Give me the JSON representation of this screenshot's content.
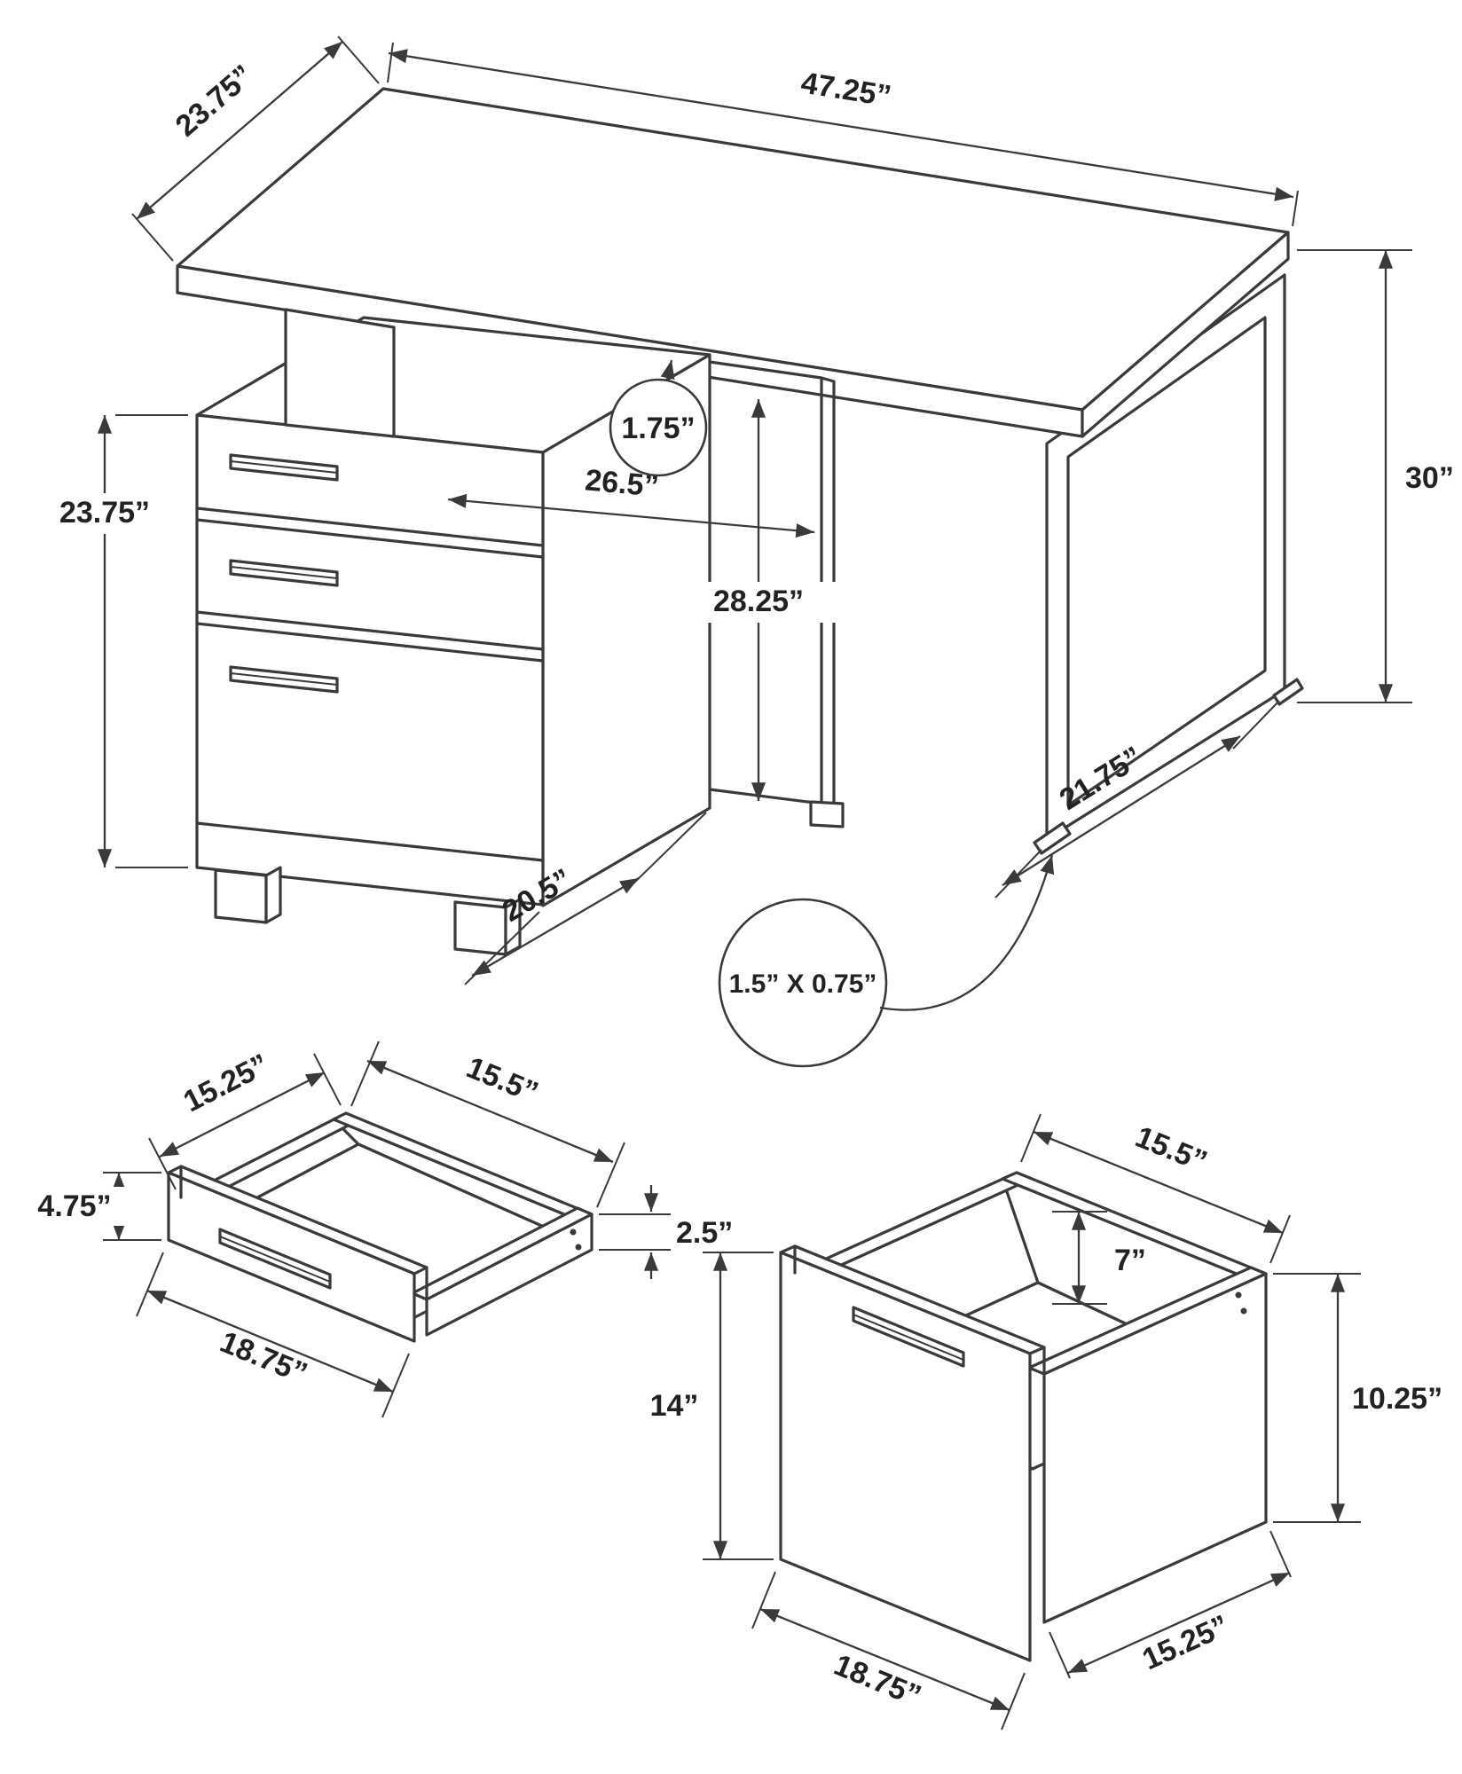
{
  "page": {
    "background": "#ffffff",
    "line_color": "#3a3a3a",
    "description": "Computer desk assembly dimension diagram with three views"
  },
  "desk_view": {
    "name": "desk-overall-dimensions",
    "labels": {
      "top_depth": "23.75”",
      "top_width": "47.25”",
      "top_thickness": "1.75”",
      "overall_height": "30”",
      "pedestal_height": "23.75”",
      "knee_width": "26.5”",
      "clearance_height": "28.25”",
      "pedestal_depth": "20.5”",
      "leg_depth": "21.75”",
      "leg_tube": "1.5” X 0.75”"
    }
  },
  "small_drawer_view": {
    "name": "top-drawer-dimensions",
    "labels": {
      "inner_depth": "15.25”",
      "inner_width": "15.5”",
      "front_height": "4.75”",
      "side_height": "2.5”",
      "outer_width": "18.75”"
    }
  },
  "file_drawer_view": {
    "name": "file-drawer-dimensions",
    "labels": {
      "inner_width": "15.5”",
      "inner_height": "7”",
      "front_height": "14”",
      "side_height": "10.25”",
      "outer_width": "18.75”",
      "outer_depth": "15.25”"
    }
  }
}
